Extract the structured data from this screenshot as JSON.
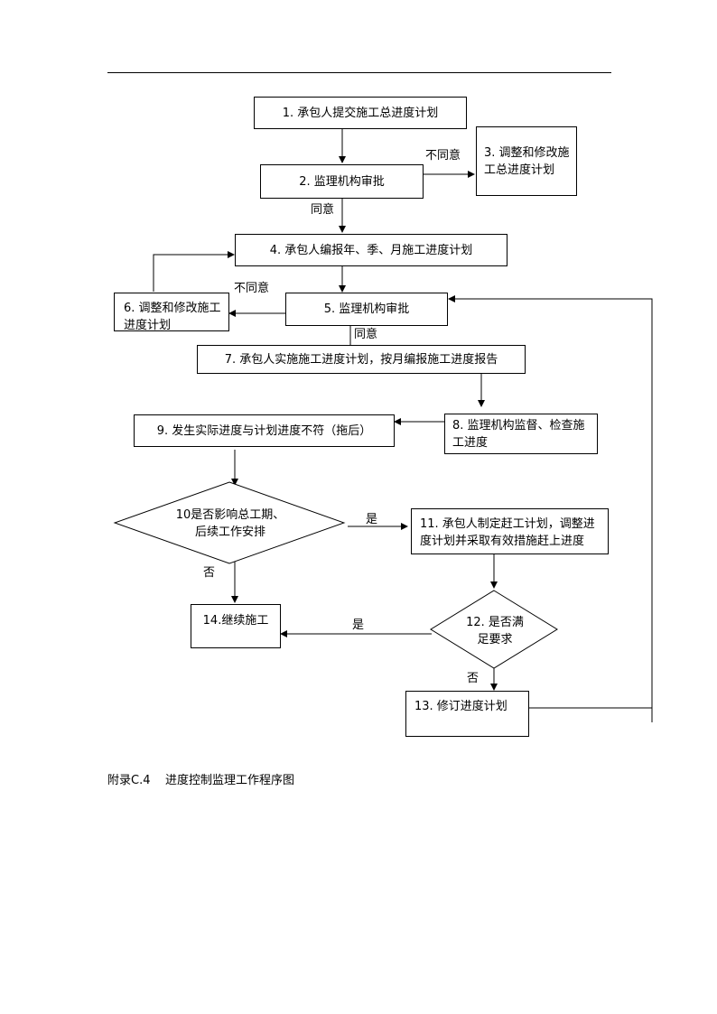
{
  "nodes": {
    "n1": "1. 承包人提交施工总进度计划",
    "n2": "2. 监理机构审批",
    "n3": "3. 调整和修改施工总进度计划",
    "n4": "4. 承包人编报年、季、月施工进度计划",
    "n5": "5. 监理机构审批",
    "n6": "6. 调整和修改施工进度计划",
    "n7": "7. 承包人实施施工进度计划，按月编报施工进度报告",
    "n8": "8. 监理机构监督、检查施工进度",
    "n9": "9. 发生实际进度与计划进度不符（拖后）",
    "n10": "10是否影响总工期、后续工作安排",
    "n11": "11. 承包人制定赶工计划，调整进度计划并采取有效措施赶上进度",
    "n12": "12. 是否满足要求",
    "n13": "13. 修订进度计划",
    "n14": "14.继续施工"
  },
  "labels": {
    "disagree_1": "不同意",
    "agree_1": "同意",
    "disagree_2": "不同意",
    "agree_2": "同意",
    "yes_1": "是",
    "no_1": "否",
    "yes_2": "是",
    "no_2": "否"
  },
  "caption": "附录C.4    进度控制监理工作程序图"
}
